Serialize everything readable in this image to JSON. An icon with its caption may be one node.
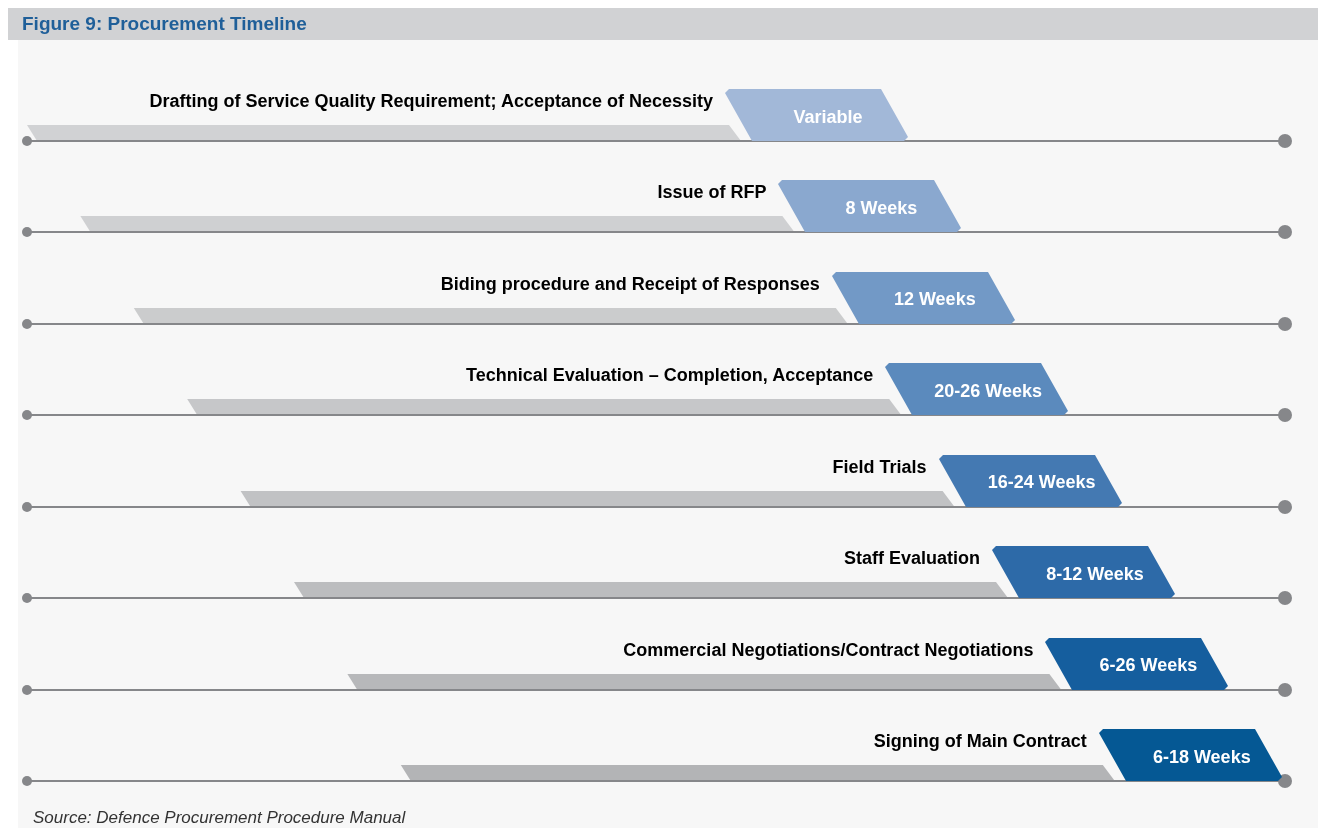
{
  "diagram": {
    "title": "Figure 9: Procurement Timeline",
    "nodes": [
      {
        "text": [
          "Variable"
        ],
        "beside": [
          "Drafting of Service Quality Requirement; Acceptance of Necessity"
        ]
      },
      {
        "text": [
          "8 Weeks"
        ],
        "beside": [
          "Issue of RFP"
        ]
      },
      {
        "text": [
          "12 Weeks"
        ],
        "beside": [
          "Biding procedure and Receipt of Responses"
        ]
      },
      {
        "text": [
          "20-26 Weeks"
        ],
        "beside": [
          "Technical Evaluation – Completion, Acceptance"
        ]
      },
      {
        "text": [
          "16-24 Weeks"
        ],
        "beside": [
          "Field Trials"
        ]
      },
      {
        "text": [
          "8-12 Weeks"
        ],
        "beside": [
          "Staff Evaluation"
        ]
      },
      {
        "text": [
          "6-26 Weeks"
        ],
        "beside": [
          "Commercial Negotiations/Contract Negotiations"
        ]
      },
      {
        "text": [
          "6-18 Weeks"
        ],
        "beside": [
          "Signing of Main Contract"
        ]
      }
    ],
    "caption": "Source: Defence Procurement Procedure Manual"
  }
}
